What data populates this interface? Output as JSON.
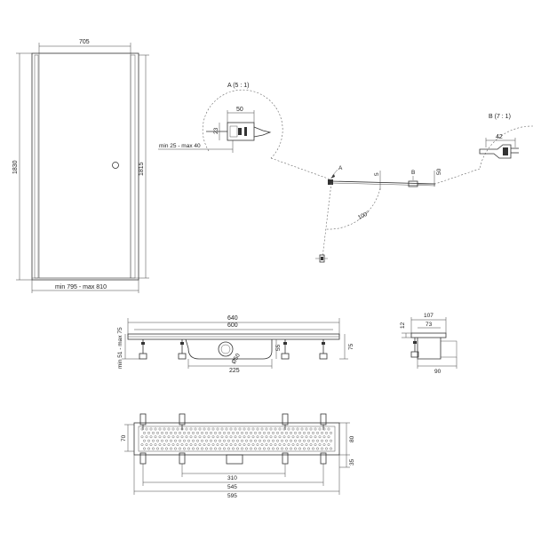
{
  "door": {
    "width_top": "705",
    "height_left": "1830",
    "height_right": "1815",
    "bottom_range": "min 795 - max 810"
  },
  "detail_a": {
    "title": "A (5 : 1)",
    "dim_width": "50",
    "dim_height": "23",
    "range": "min 25 - max 40"
  },
  "detail_b": {
    "title": "B (7 : 1)",
    "dim_width": "42"
  },
  "plan": {
    "label_a": "A",
    "label_b": "B",
    "dim_5": "5",
    "dim_50": "50",
    "angle": "100°"
  },
  "drain_side": {
    "dim_640": "640",
    "dim_600": "600",
    "dim_225": "225",
    "dim_55": "55",
    "dim_75": "75",
    "dim_d50": "Ø50",
    "range": "min 51 - max 75"
  },
  "drain_end": {
    "dim_107": "107",
    "dim_73": "73",
    "dim_12": "12",
    "dim_90": "90"
  },
  "drain_top": {
    "dim_70": "70",
    "dim_80": "80",
    "dim_35": "35",
    "dim_310": "310",
    "dim_545": "545",
    "dim_595": "595"
  }
}
